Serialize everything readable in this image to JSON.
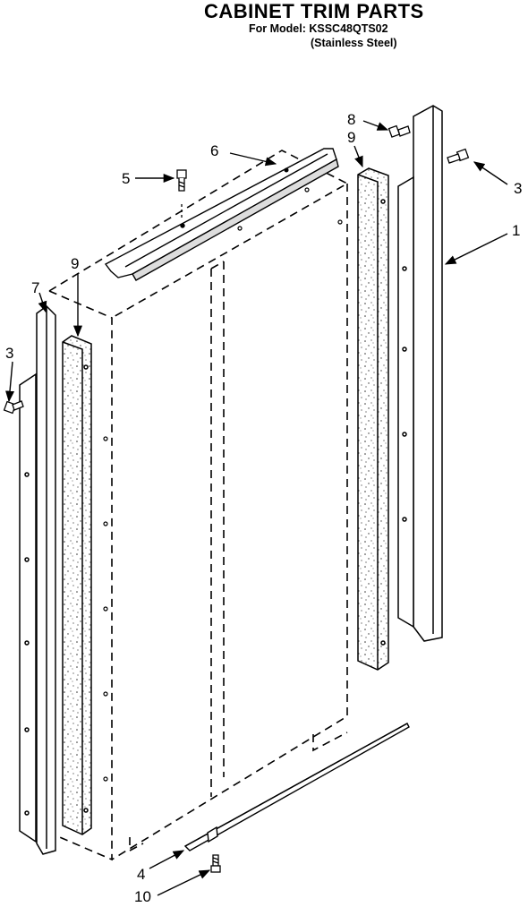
{
  "title": "CABINET TRIM PARTS",
  "model_line": "For Model: KSSC48QTS02",
  "finish_line": "(Stainless Steel)",
  "callouts": [
    {
      "id": "c8",
      "label": "8"
    },
    {
      "id": "c9r",
      "label": "9"
    },
    {
      "id": "c6",
      "label": "6"
    },
    {
      "id": "c5",
      "label": "5"
    },
    {
      "id": "c3r",
      "label": "3"
    },
    {
      "id": "c1",
      "label": "1"
    },
    {
      "id": "c9l",
      "label": "9"
    },
    {
      "id": "c7",
      "label": "7"
    },
    {
      "id": "c3l",
      "label": "3"
    },
    {
      "id": "c4",
      "label": "4"
    },
    {
      "id": "c10",
      "label": "10"
    }
  ]
}
